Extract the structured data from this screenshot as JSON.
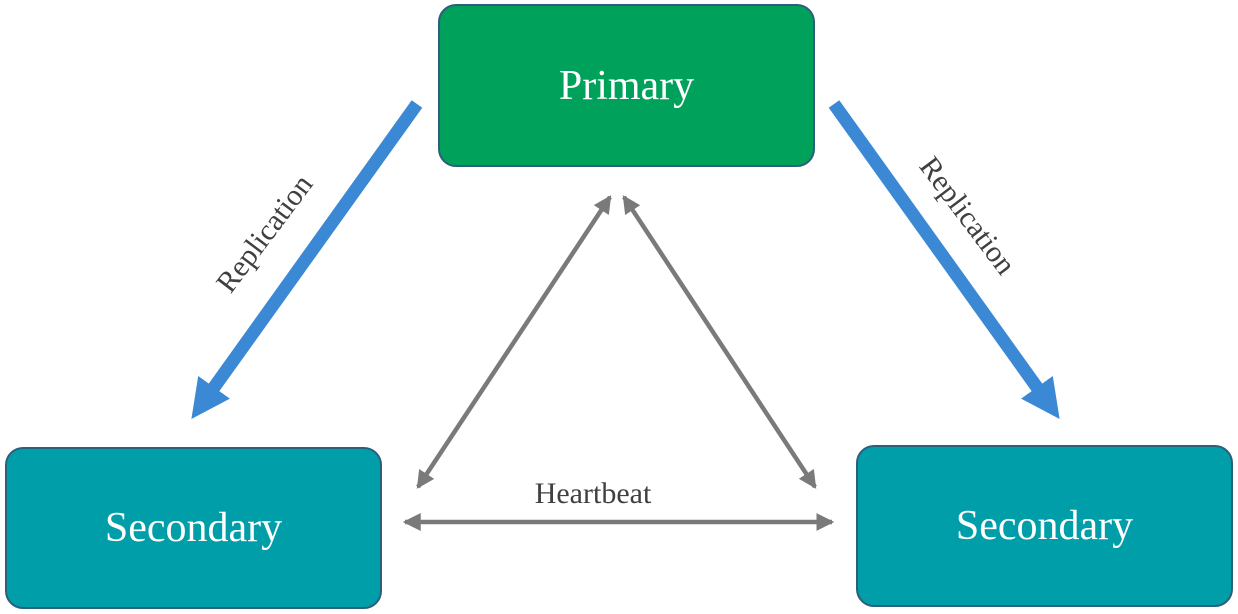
{
  "nodes": {
    "primary": "Primary",
    "secondary_left": "Secondary",
    "secondary_right": "Secondary"
  },
  "edges": {
    "replication_left": "Replication",
    "replication_right": "Replication",
    "heartbeat": "Heartbeat"
  },
  "colors": {
    "primary_fill": "#00a15a",
    "secondary_fill": "#009ea8",
    "replication_arrow": "#3b88d4",
    "heartbeat_arrow": "#7a7a7a"
  }
}
